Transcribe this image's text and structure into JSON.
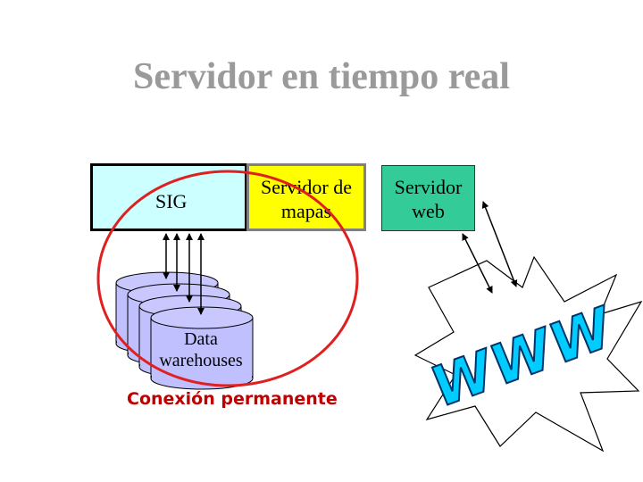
{
  "title": "Servidor en tiempo real",
  "nodes": {
    "sig": {
      "label": "SIG",
      "color": "#ccffff"
    },
    "map_server": {
      "label_line1": "Servidor de",
      "label_line2": "mapas",
      "color": "#ffff00"
    },
    "web_server": {
      "label_line1": "Servidor",
      "label_line2": "web",
      "color": "#33cc99"
    },
    "data_warehouses": {
      "label_line1": "Data",
      "label_line2": "warehouses",
      "color": "#c0c0ff"
    }
  },
  "ellipse_caption": "Conexión permanente",
  "internet_label": "WWW",
  "colors": {
    "title": "#9a9a9a",
    "ellipse": "#e02020",
    "caption": "#c00000",
    "www_fill": "#00ccff"
  }
}
